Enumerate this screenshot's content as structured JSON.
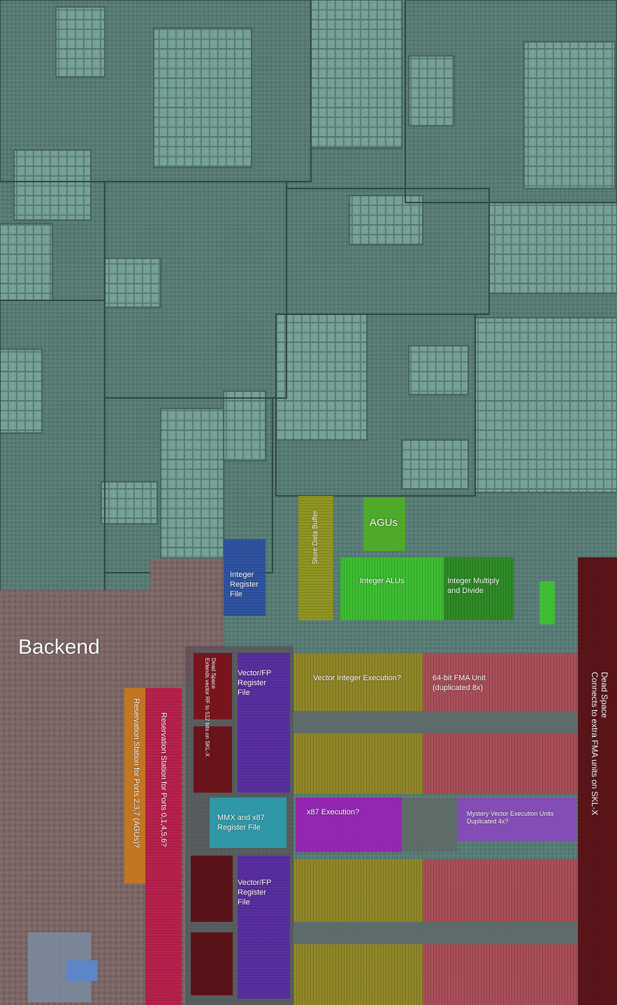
{
  "title": "Backend",
  "colors": {
    "die_base": "#4f6f6a",
    "integer_register_file": "#2a4fa8",
    "store_data_buffer": "#9a9a18",
    "agus": "#4fae22",
    "integer_alus": "#3ac829",
    "integer_multiply_divide": "#2a8e1e",
    "vector_fp_register_file": "#5a2aa8",
    "vector_integer_execution": "#9a8a1e",
    "fma_unit": "#b44a56",
    "dead_space": "#5a0f14",
    "reservation_0156": "#c2184a",
    "reservation_237": "#c9771c",
    "mmx_x87_register_file": "#2aa0b0",
    "x87_execution": "#9a1eb8",
    "mystery_vector": "#8a48bc",
    "backend_region": "#8a6a6a"
  },
  "labels": {
    "integer_register_file": "Integer\nRegister\nFile",
    "store_data_buffer": "Store Data Buffer",
    "agus": "AGUs",
    "integer_alus": "Integer ALUs",
    "integer_multiply_divide": "Integer Multiply\nand Divide",
    "dead_space_small": "Dead Space\nExtends vector RF to 512 bits on SKL-X",
    "vector_fp_register_file_top": "Vector/FP\nRegister\nFile",
    "vector_fp_register_file_bottom": "Vector/FP\nRegister\nFile",
    "vector_integer_execution": "Vector Integer Execution?",
    "fma_unit": "64-bit FMA Unit\n(duplicated 8x)",
    "dead_space_large": "Dead Space\nConnects to extra FMA units on SKL-X",
    "reservation_0156": "Reservation Station for Ports 0,1,4,5,6?",
    "reservation_237": "Reservation Station for Ports 2,3,7 (AGUs)?",
    "mmx_x87_register_file": "MMX and x87\nRegister File",
    "x87_execution": "x87 Execution?",
    "mystery_vector": "Mystery Vector Execution Units\nDuplicated 4x?"
  }
}
